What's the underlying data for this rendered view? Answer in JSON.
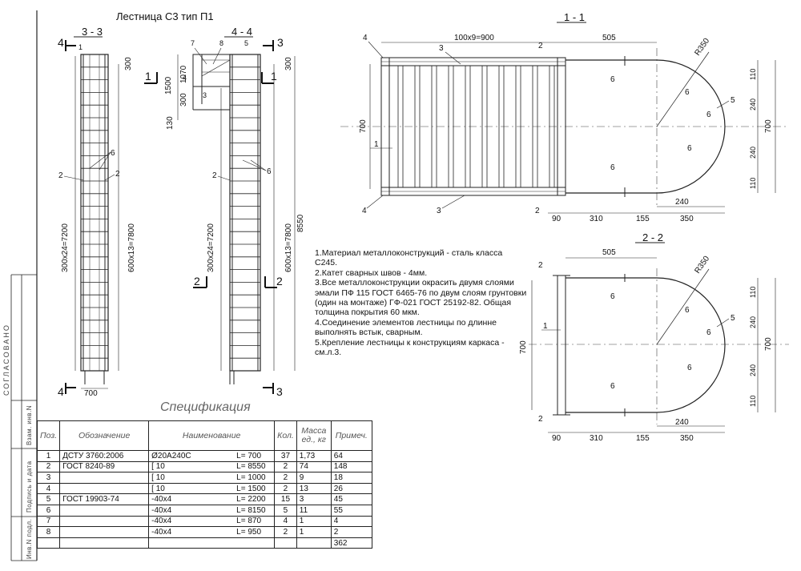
{
  "title": "Лестница С3 тип П1",
  "sections": {
    "s33": "3 - 3",
    "s44": "4 - 4",
    "s11": "1 - 1",
    "s22": "2 - 2"
  },
  "section_marks": {
    "m1": "1",
    "m2": "2",
    "m3": "3",
    "m4": "4"
  },
  "dims": {
    "d700": "700",
    "d300": "300",
    "d300x24": "300х24=7200",
    "d600x13": "600х13=7800",
    "d8550": "8550",
    "d1500": "1500",
    "d1070": "1070",
    "d130": "130",
    "d100x9": "100х9=900",
    "d505": "505",
    "dR350": "R350",
    "d110": "110",
    "d240": "240",
    "d90": "90",
    "d310": "310",
    "d155": "155",
    "d350": "350"
  },
  "callouts": [
    "1",
    "2",
    "3",
    "4",
    "5",
    "6",
    "7",
    "8"
  ],
  "notes": [
    "1.Материал металлоконструкций - сталь класса С245.",
    "2.Катет сварных швов - 4мм.",
    "3.Все металлоконструкции окрасить двумя слоями эмали ПФ 115 ГОСТ 6465-76 по двум слоям грунтовки (один на монтаже) ГФ-021 ГОСТ 25192-82. Общая толщина покрытия  60 мкм.",
    "4.Соединение элементов лестницы по длинне выполнять встык, сварным.",
    "5.Крепление лестницы к конструкциям каркаса - см.л.3."
  ],
  "spec_title": "Спецификация",
  "spec": {
    "headers": [
      "Поз.",
      "Обозначение",
      "Наименование",
      "Кол.",
      "Масса ед., кг",
      "Примеч."
    ],
    "rows": [
      [
        "1",
        "ДСТУ 3760:2006",
        "Ø20А240С",
        "L=  700",
        "37",
        "1,73",
        "64"
      ],
      [
        "2",
        "ГОСТ 8240-89",
        "[ 10",
        "L=  8550",
        "2",
        "74",
        "148"
      ],
      [
        "3",
        "",
        "[ 10",
        "L=  1000",
        "2",
        "9",
        "18"
      ],
      [
        "4",
        "",
        "[ 10",
        "L=  1500",
        "2",
        "13",
        "26"
      ],
      [
        "5",
        "ГОСТ 19903-74",
        "-40х4",
        "L=  2200",
        "15",
        "3",
        "45"
      ],
      [
        "6",
        "",
        "-40х4",
        "L=  8150",
        "5",
        "11",
        "55"
      ],
      [
        "7",
        "",
        "-40х4",
        "L=  870",
        "4",
        "1",
        "4"
      ],
      [
        "8",
        "",
        "-40х4",
        "L=  950",
        "2",
        "1",
        "2"
      ],
      [
        "",
        "",
        "",
        "",
        "",
        "",
        "362"
      ]
    ]
  },
  "side_labels": {
    "approved": "СОГЛАСОВАНО",
    "inv_sub": "Взам. инв.N",
    "sign_date": "Подпись и дата",
    "inv_orig": "Инв.N подл."
  }
}
